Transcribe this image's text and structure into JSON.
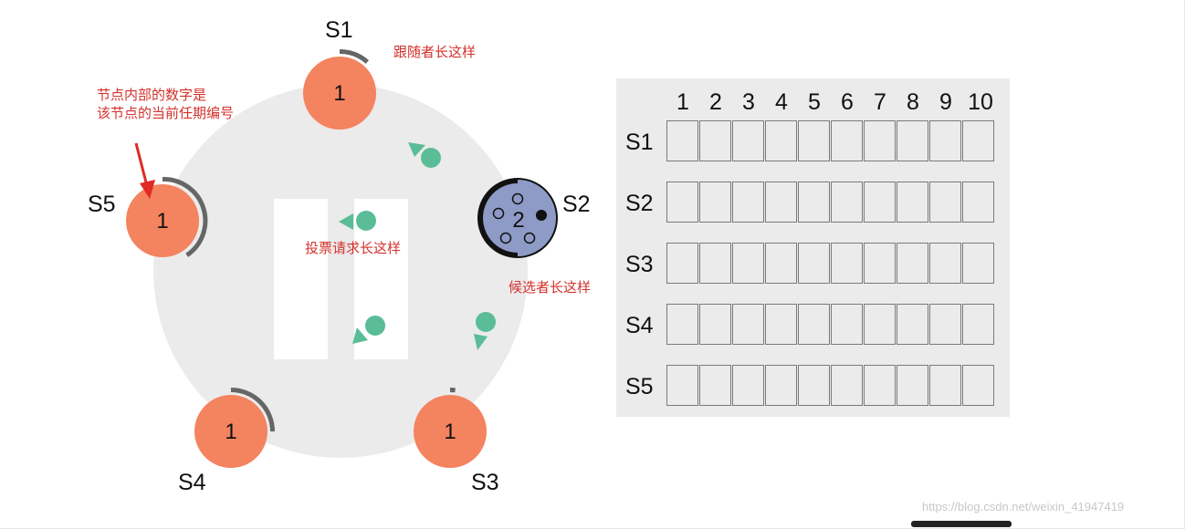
{
  "nodes": [
    {
      "id": "S1",
      "label": "S1",
      "term": "1"
    },
    {
      "id": "S2",
      "label": "S2",
      "term": "2"
    },
    {
      "id": "S3",
      "label": "S3",
      "term": "1"
    },
    {
      "id": "S4",
      "label": "S4",
      "term": "1"
    },
    {
      "id": "S5",
      "label": "S5",
      "term": "1"
    }
  ],
  "annotations": {
    "follower": "跟随者长这样",
    "term_note_line1": "节点内部的数字是",
    "term_note_line2": "该节点的当前任期编号",
    "vote_request": "投票请求长这样",
    "candidate": "候选者长这样"
  },
  "log_table": {
    "columns": [
      "1",
      "2",
      "3",
      "4",
      "5",
      "6",
      "7",
      "8",
      "9",
      "10"
    ],
    "rows": [
      "S1",
      "S2",
      "S3",
      "S4",
      "S5"
    ]
  },
  "watermark": "https://blog.csdn.net/weixin_41947419",
  "colors": {
    "follower": "#f4835f",
    "candidate": "#8e9bc6",
    "vote_request": "#5bbd98",
    "annotation": "#d3312c",
    "panel": "#ebebeb"
  }
}
